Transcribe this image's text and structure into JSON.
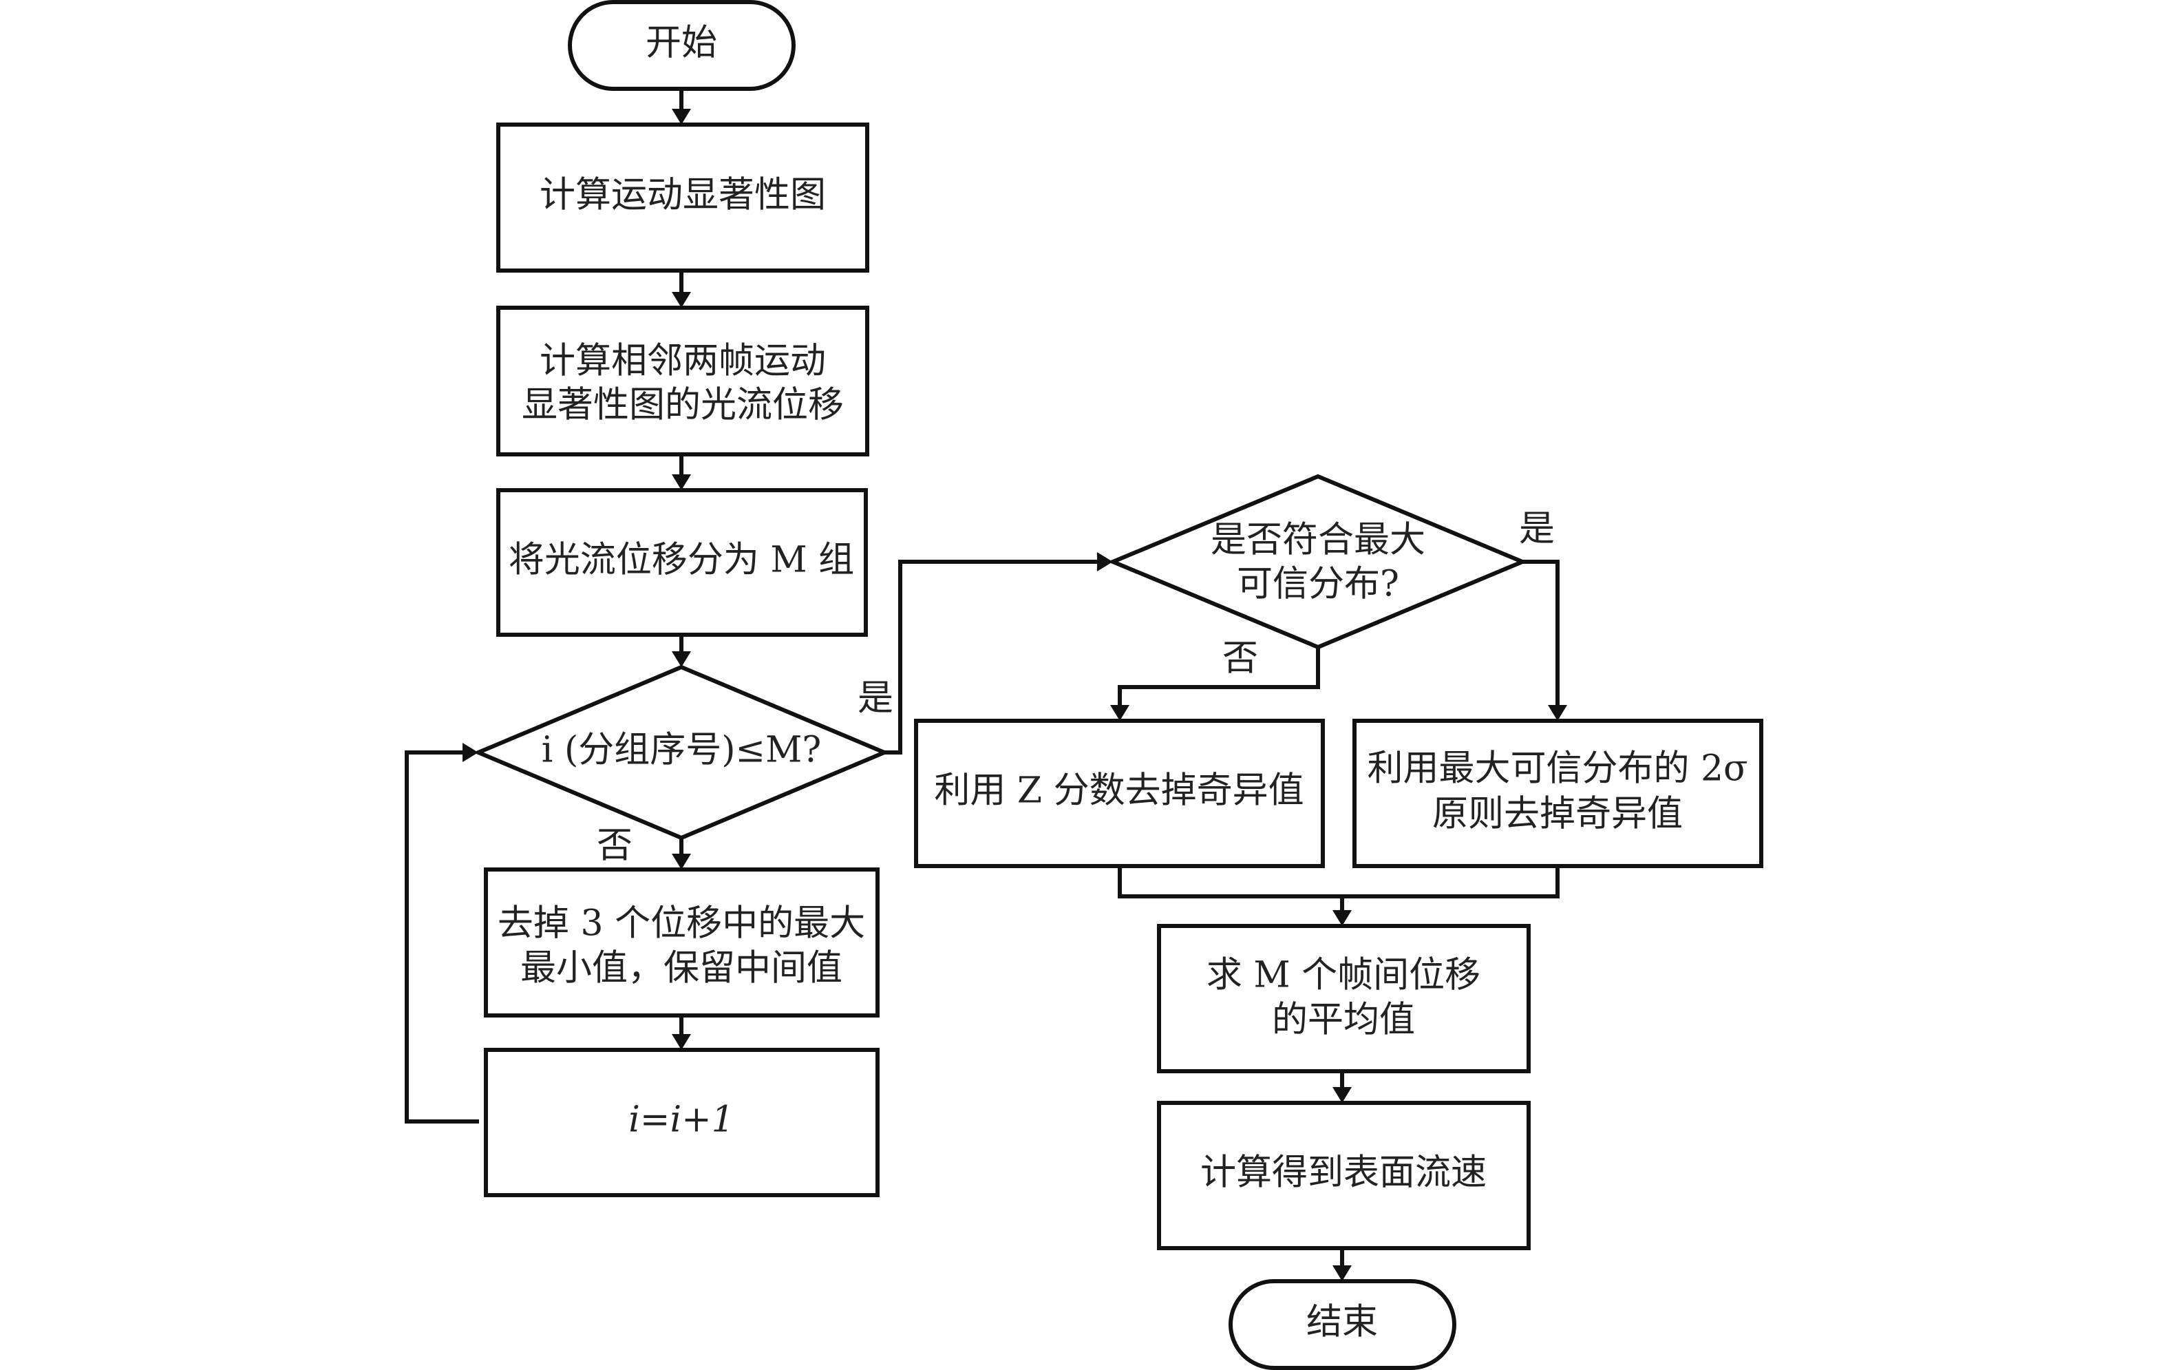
{
  "diagram": {
    "type": "flowchart",
    "nodes": {
      "start": {
        "shape": "terminator",
        "lines": [
          "开始"
        ]
      },
      "compute_saliency": {
        "shape": "process",
        "lines": [
          "计算运动显著性图"
        ]
      },
      "optical_flow": {
        "shape": "process",
        "lines": [
          "计算相邻两帧运动",
          "显著性图的光流位移"
        ]
      },
      "split_groups": {
        "shape": "process",
        "lines": [
          "将光流位移分为 M 组"
        ]
      },
      "loop_check": {
        "shape": "decision",
        "lines": [
          "i (分组序号)≤M?"
        ]
      },
      "median_filter": {
        "shape": "process",
        "lines": [
          "去掉 3 个位移中的最大",
          "最小值，保留中间值"
        ]
      },
      "increment": {
        "shape": "process",
        "lines": [
          "i=i+1"
        ]
      },
      "distribution_check": {
        "shape": "decision",
        "lines": [
          "是否符合最大",
          "可信分布?"
        ]
      },
      "zscore_filter": {
        "shape": "process",
        "lines": [
          "利用 Z 分数去掉奇异值"
        ]
      },
      "sigma_filter": {
        "shape": "process",
        "lines": [
          "利用最大可信分布的 2σ",
          "原则去掉奇异值"
        ]
      },
      "average": {
        "shape": "process",
        "lines": [
          "求 M 个帧间位移",
          "的平均值"
        ]
      },
      "surface_velocity": {
        "shape": "process",
        "lines": [
          "计算得到表面流速"
        ]
      },
      "end": {
        "shape": "terminator",
        "lines": [
          "结束"
        ]
      }
    },
    "edges": [
      {
        "from": "start",
        "to": "compute_saliency",
        "label": ""
      },
      {
        "from": "compute_saliency",
        "to": "optical_flow",
        "label": ""
      },
      {
        "from": "optical_flow",
        "to": "split_groups",
        "label": ""
      },
      {
        "from": "split_groups",
        "to": "loop_check",
        "label": ""
      },
      {
        "from": "loop_check",
        "to": "median_filter",
        "label": "否"
      },
      {
        "from": "median_filter",
        "to": "increment",
        "label": ""
      },
      {
        "from": "increment",
        "to": "loop_check",
        "label": ""
      },
      {
        "from": "loop_check",
        "to": "distribution_check",
        "label": "是"
      },
      {
        "from": "distribution_check",
        "to": "zscore_filter",
        "label": "否"
      },
      {
        "from": "distribution_check",
        "to": "sigma_filter",
        "label": "是"
      },
      {
        "from": "zscore_filter",
        "to": "average",
        "label": ""
      },
      {
        "from": "sigma_filter",
        "to": "average",
        "label": ""
      },
      {
        "from": "average",
        "to": "surface_velocity",
        "label": ""
      },
      {
        "from": "surface_velocity",
        "to": "end",
        "label": ""
      }
    ],
    "branch_labels": {
      "loop_yes": "是",
      "loop_no": "否",
      "dist_yes": "是",
      "dist_no": "否"
    }
  }
}
